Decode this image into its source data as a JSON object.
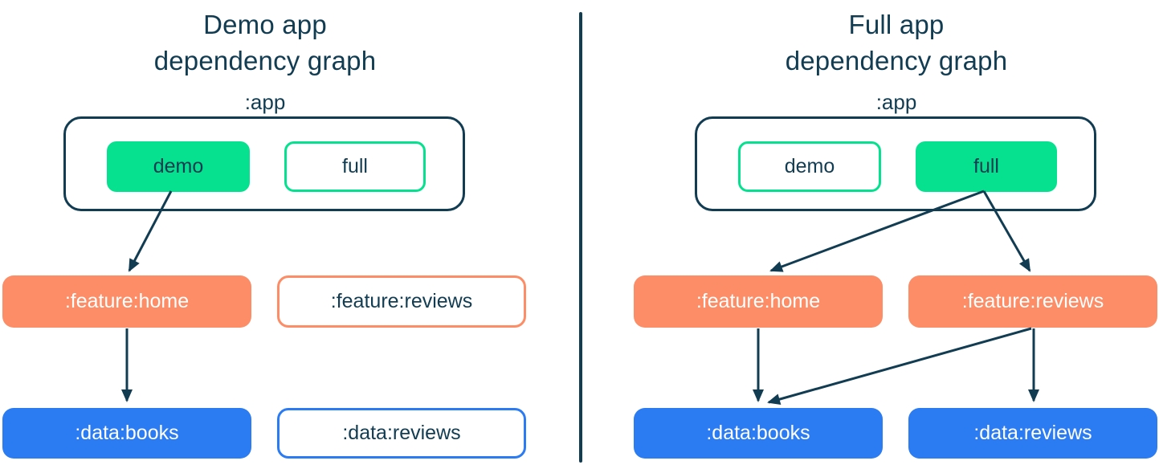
{
  "colors": {
    "ink": "#113C52",
    "flavor_green": "#05E18E",
    "feature_orange": "#FC8D66",
    "data_blue": "#2B7BF2",
    "active_module_text": "#FFFFFF",
    "background": "#FFFFFF"
  },
  "panels": [
    {
      "title_line1": "Demo app",
      "title_line2": "dependency graph",
      "app_label": ":app",
      "flavors": [
        {
          "label": "demo",
          "active": true
        },
        {
          "label": "full",
          "active": false
        }
      ],
      "modules": [
        {
          "label": ":feature:home",
          "type": "feature",
          "active": true
        },
        {
          "label": ":feature:reviews",
          "type": "feature",
          "active": false
        },
        {
          "label": ":data:books",
          "type": "data",
          "active": true
        },
        {
          "label": ":data:reviews",
          "type": "data",
          "active": false
        }
      ],
      "edges": [
        {
          "from": "demo",
          "to": ":feature:home"
        },
        {
          "from": ":feature:home",
          "to": ":data:books"
        }
      ]
    },
    {
      "title_line1": "Full app",
      "title_line2": "dependency graph",
      "app_label": ":app",
      "flavors": [
        {
          "label": "demo",
          "active": false
        },
        {
          "label": "full",
          "active": true
        }
      ],
      "modules": [
        {
          "label": ":feature:home",
          "type": "feature",
          "active": true
        },
        {
          "label": ":feature:reviews",
          "type": "feature",
          "active": true
        },
        {
          "label": ":data:books",
          "type": "data",
          "active": true
        },
        {
          "label": ":data:reviews",
          "type": "data",
          "active": true
        }
      ],
      "edges": [
        {
          "from": "full",
          "to": ":feature:home"
        },
        {
          "from": "full",
          "to": ":feature:reviews"
        },
        {
          "from": ":feature:home",
          "to": ":data:books"
        },
        {
          "from": ":feature:reviews",
          "to": ":data:books"
        },
        {
          "from": ":feature:reviews",
          "to": ":data:reviews"
        }
      ]
    }
  ]
}
